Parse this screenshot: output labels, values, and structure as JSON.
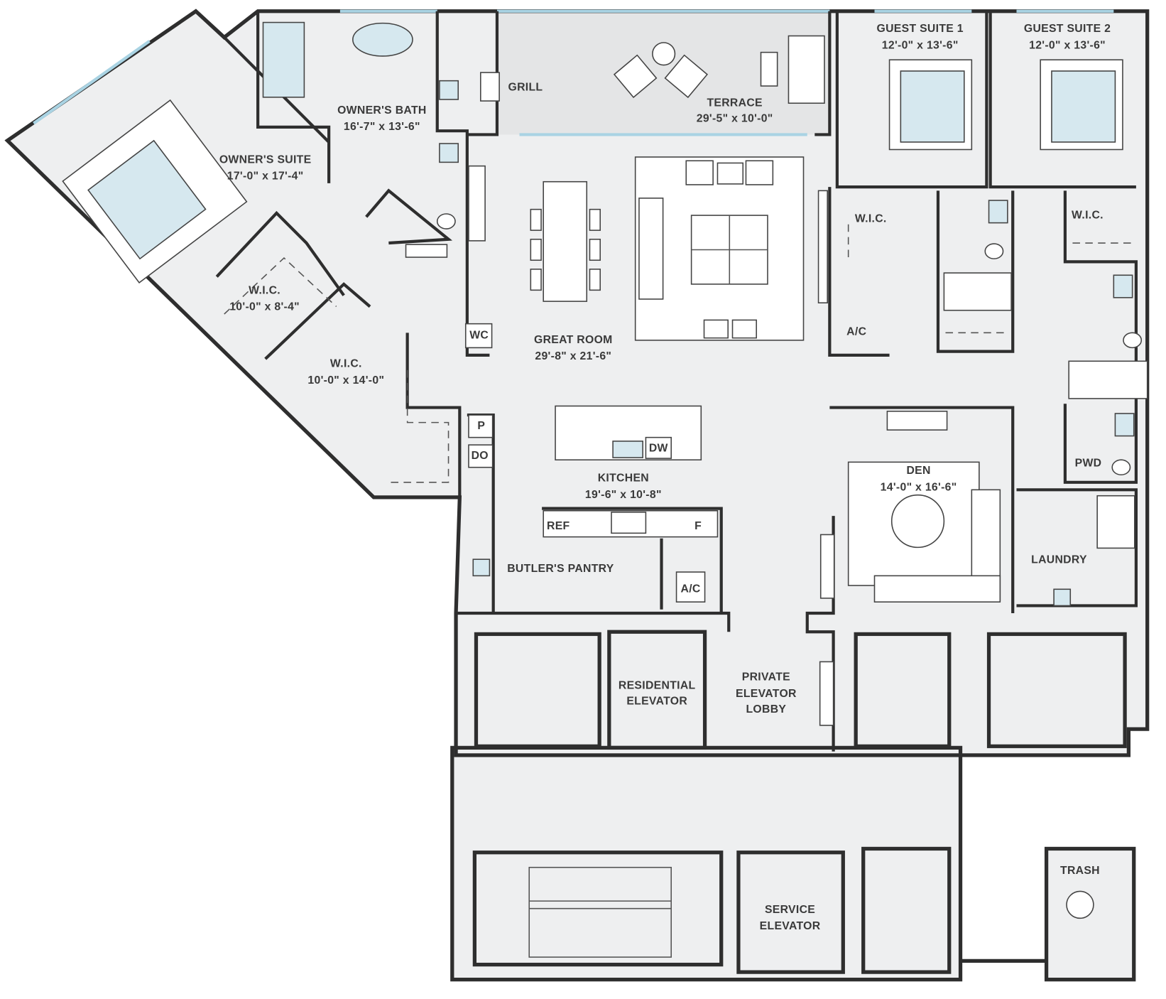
{
  "rooms": {
    "owners_suite": {
      "name": "OWNER'S SUITE",
      "dims": "17'-0\" x 17'-4\""
    },
    "owners_bath": {
      "name": "OWNER'S BATH",
      "dims": "16'-7\" x 13'-6\""
    },
    "grill": {
      "name": "GRILL"
    },
    "terrace": {
      "name": "TERRACE",
      "dims": "29'-5\" x 10'-0\""
    },
    "guest_suite_1": {
      "name": "GUEST SUITE 1",
      "dims": "12'-0\" x 13'-6\""
    },
    "guest_suite_2": {
      "name": "GUEST SUITE 2",
      "dims": "12'-0\" x 13'-6\""
    },
    "wic_guest_1": {
      "name": "W.I.C."
    },
    "wic_guest_2": {
      "name": "W.I.C."
    },
    "ac_guest": {
      "name": "A/C"
    },
    "wic_owner_1": {
      "name": "W.I.C.",
      "dims": "10'-0\" x 8'-4\""
    },
    "wic_owner_2": {
      "name": "W.I.C.",
      "dims": "10'-0\" x 14'-0\""
    },
    "wc": {
      "name": "WC"
    },
    "great_room": {
      "name": "GREAT ROOM",
      "dims": "29'-8\" x 21'-6\""
    },
    "pantry_p": {
      "name": "P"
    },
    "do": {
      "name": "DO"
    },
    "dw": {
      "name": "DW"
    },
    "kitchen": {
      "name": "KITCHEN",
      "dims": "19'-6\" x 10'-8\""
    },
    "ref": {
      "name": "REF"
    },
    "f": {
      "name": "F"
    },
    "den": {
      "name": "DEN",
      "dims": "14'-0\" x 16'-6\""
    },
    "pwd": {
      "name": "PWD"
    },
    "laundry": {
      "name": "LAUNDRY"
    },
    "butlers_pantry": {
      "name": "BUTLER'S PANTRY"
    },
    "ac_pantry": {
      "name": "A/C"
    },
    "residential_elevator": {
      "line1": "RESIDENTIAL",
      "line2": "ELEVATOR"
    },
    "private_lobby": {
      "line1": "PRIVATE",
      "line2": "ELEVATOR",
      "line3": "LOBBY"
    },
    "service_elevator": {
      "line1": "SERVICE",
      "line2": "ELEVATOR"
    },
    "trash": {
      "name": "TRASH"
    }
  },
  "colors": {
    "wall": "#2e2e2e",
    "floor": "#eeeff0",
    "water": "#d6e8ef",
    "glass": "#a9d3e3"
  }
}
